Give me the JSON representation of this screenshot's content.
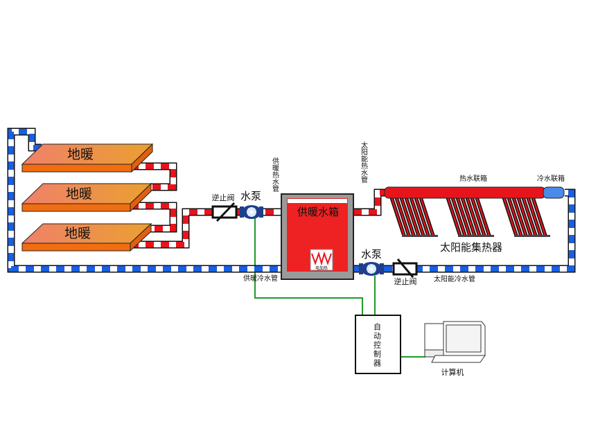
{
  "colors": {
    "hot_pipe": "#e8141c",
    "cold_pipe": "#1a5fe0",
    "tank": "#ee2222",
    "tank_border": "#9a9a9a",
    "panel": "#f07a30",
    "control_wire": "#1e9a2a"
  },
  "panels": [
    {
      "label": "地暖"
    },
    {
      "label": "地暖"
    },
    {
      "label": "地暖"
    }
  ],
  "left_check_valve": {
    "label": "逆止阀"
  },
  "left_pump": {
    "label": "水泵"
  },
  "heating_hot_pipe": {
    "label": "供暖热水管"
  },
  "tank": {
    "label": "供暖水箱",
    "heater_label": "电加热"
  },
  "solar_hot_pipe": {
    "label": "太阳能热水管"
  },
  "hot_header": {
    "label": "热水联箱"
  },
  "cold_header": {
    "label": "冷水联箱"
  },
  "collector": {
    "label": "太阳能集热器"
  },
  "right_pump": {
    "label": "水泵"
  },
  "right_check_valve": {
    "label": "逆止阀"
  },
  "solar_cold_pipe": {
    "label": "太阳能冷水管"
  },
  "heating_cold_pipe": {
    "label": "供暖冷水管"
  },
  "controller": {
    "label": "自动控制器"
  },
  "computer": {
    "label": "计算机"
  }
}
